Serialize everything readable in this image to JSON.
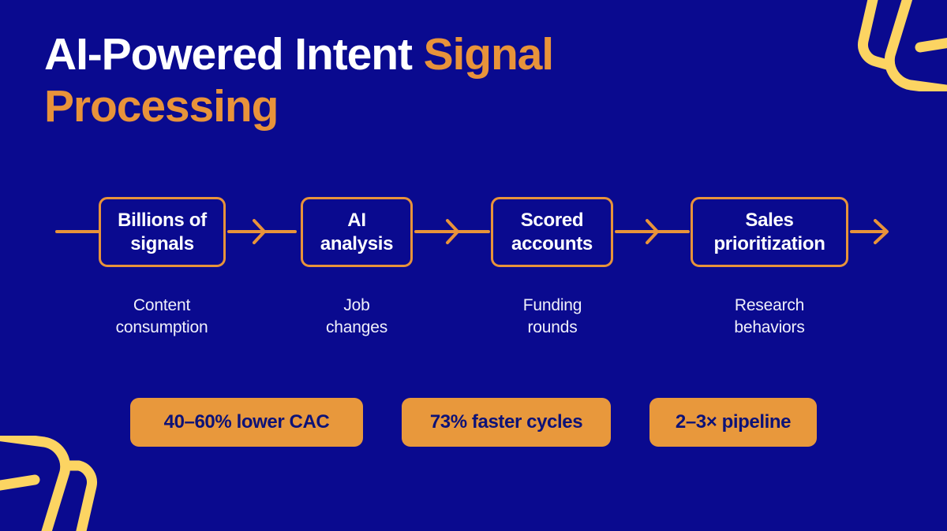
{
  "theme": {
    "background": "#0A0A8F",
    "accent_orange": "#E8933A",
    "pill_orange": "#E8983C",
    "pill_text": "#0D1277",
    "decor_yellow": "#FCD462",
    "text_white": "#FFFFFF"
  },
  "title": {
    "line1_white": "AI-Powered Intent ",
    "line1_accent": "Signal",
    "line2_accent": "Processing",
    "full_text": "AI-Powered Intent Signal Processing"
  },
  "flow": {
    "leading_connector": "line-start",
    "trailing_connector": "arrow-end",
    "nodes": [
      {
        "label": "Billions of signals",
        "line1": "Billions of",
        "line2": "signals",
        "caption_line1": "Content",
        "caption_line2": "consumption"
      },
      {
        "label": "AI analysis",
        "line1": "AI",
        "line2": "analysis",
        "caption_line1": "Job",
        "caption_line2": "changes"
      },
      {
        "label": "Scored accounts",
        "line1": "Scored",
        "line2": "accounts",
        "caption_line1": "Funding",
        "caption_line2": "rounds"
      },
      {
        "label": "Sales prioritization",
        "line1": "Sales",
        "line2": "prioritization",
        "caption_line1": "Research",
        "caption_line2": "behaviors"
      }
    ]
  },
  "metrics": [
    {
      "label": "40–60% lower CAC"
    },
    {
      "label": "73% faster cycles"
    },
    {
      "label": "2–3× pipeline"
    }
  ],
  "decorations": [
    {
      "name": "paperclip-top-right"
    },
    {
      "name": "paperclip-bottom-left"
    }
  ]
}
